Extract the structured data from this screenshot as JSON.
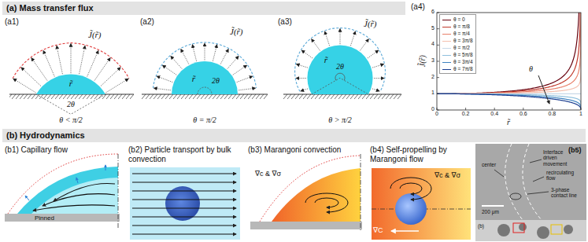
{
  "diagram": {
    "nodes": [
      {
        "text": [
          "(a) Mass transfer flux"
        ]
      },
      {
        "text": [
          "(b) Hydrodynamics"
        ]
      }
    ],
    "labels": [
      "(a1)",
      "J̃(r̃)",
      "r̃",
      "2θ",
      "θ < π/2",
      "(a2)",
      "J̃(r̃)",
      "r̃",
      "2θ",
      "θ = π/2",
      "(a3)",
      "J̃(r̃)",
      "r̃",
      "2θ",
      "θ > π/2",
      "(a4)",
      "J̃(r̃)",
      "r̃",
      "θ",
      "0",
      "1",
      "2",
      "3",
      "4",
      "5",
      "6",
      "0",
      "0.2",
      "0.4",
      "0.6",
      "0.8",
      "1",
      "(b1) Capillary flow",
      "Pinned",
      "(b2) Particle transport by bulk convection",
      "(b3) Marangoni convection",
      "∇c & ∇σ",
      "(b4) Self-propelling by Marangoni flow",
      "∇c & ∇σ",
      "∇C",
      "(b5)",
      "Interface driven movement",
      "center",
      "3-phase contact line",
      "recirculating flow",
      "200 μm",
      "(b)"
    ],
    "legend": [
      {
        "text": "θ = 0"
      },
      {
        "text": "θ = π/8"
      },
      {
        "text": "θ = π/4"
      },
      {
        "text": "θ = 3π/8"
      },
      {
        "text": "θ = π/2"
      },
      {
        "text": "θ = 5π/8"
      },
      {
        "text": "θ = 3π/4"
      },
      {
        "text": "θ = 7π/8"
      }
    ]
  }
}
